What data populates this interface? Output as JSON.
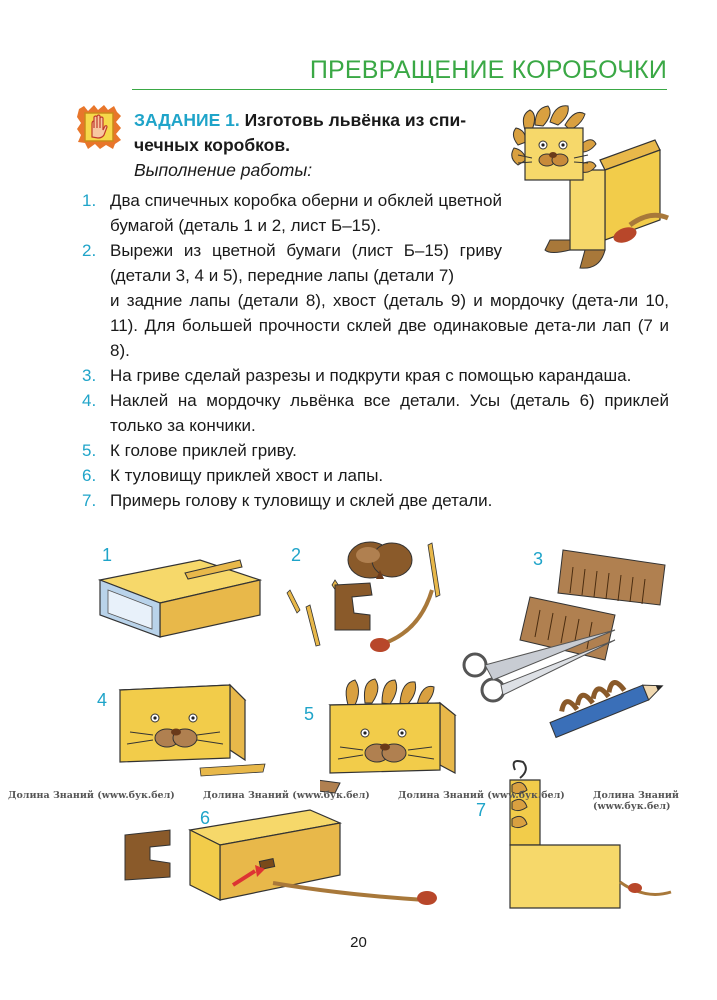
{
  "title": "ПРЕВРАЩЕНИЕ КОРОБОЧКИ",
  "task": {
    "label": "ЗАДАНИЕ 1.",
    "text_line1": "Изготовь львёнка из спи-",
    "text_line2": "чечных коробков.",
    "subtitle": "Выполнение работы:"
  },
  "steps": [
    {
      "num": "1.",
      "text": "Два спичечных коробка оберни и обклей цветной бумагой (деталь 1 и 2, лист Б–15)."
    },
    {
      "num": "2.",
      "text_a": "Вырежи из цветной бумаги (лист Б–15) гриву (детали 3, 4 и 5), передние лапы (детали 7)",
      "text_b": "и задние лапы (детали 8), хвост (деталь 9) и мордочку (дета-ли 10, 11). Для большей прочности склей две одинаковые дета-ли лап (7 и 8)."
    },
    {
      "num": "3.",
      "text": "На гриве сделай разрезы и подкрути края с помощью карандаша."
    },
    {
      "num": "4.",
      "text": "Наклей на мордочку львёнка все детали. Усы (деталь 6) приклей только за кончики."
    },
    {
      "num": "5.",
      "text": "К голове приклей гриву."
    },
    {
      "num": "6.",
      "text": "К туловищу приклей хвост и лапы."
    },
    {
      "num": "7.",
      "text": "Примерь голову к туловищу и склей две детали."
    }
  ],
  "figures": [
    "1",
    "2",
    "3",
    "4",
    "5",
    "6",
    "7"
  ],
  "watermark": "Долина Знаний (www.бук.бел)",
  "page_number": "20",
  "colors": {
    "title": "#3aa845",
    "accent": "#1fa4c9",
    "paper": "#f2cc4a",
    "brown": "#a8783a"
  }
}
